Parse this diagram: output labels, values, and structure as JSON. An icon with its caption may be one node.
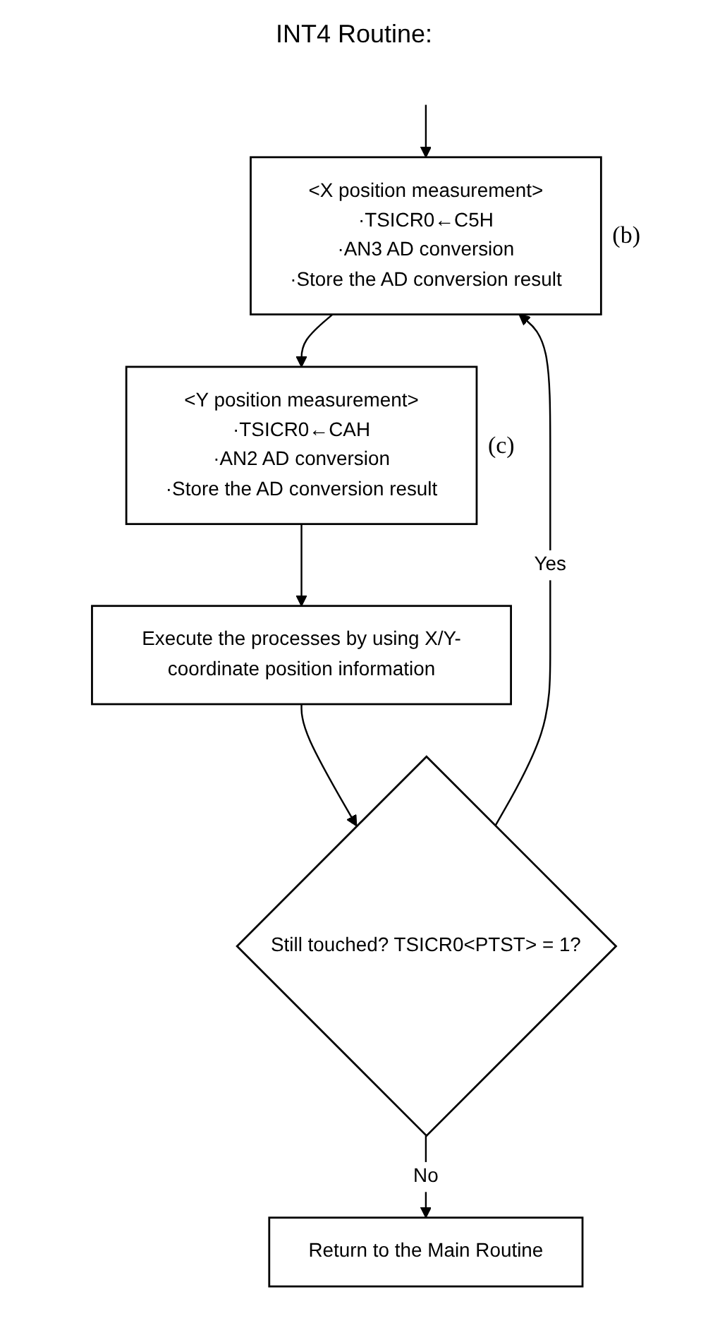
{
  "diagram": {
    "title": "INT4 Routine:",
    "nodes": [
      {
        "text": [
          "<X position measurement>",
          "·TSICR0←C5H",
          "·AN3 AD conversion",
          "·Store the AD conversion result"
        ],
        "beside": [
          "(b)"
        ]
      },
      {
        "text": [
          "<Y position measurement>",
          "·TSICR0←CAH",
          "·AN2 AD conversion",
          "·Store the AD conversion result"
        ],
        "beside": [
          "(c)"
        ]
      },
      {
        "text": [
          "Execute the processes by using X/Y-coordinate position information"
        ]
      },
      {
        "text": [
          "Still touched? TSICR0<PTST> = 1?"
        ]
      },
      {
        "text": [
          "Return to the Main Routine"
        ]
      }
    ],
    "edges": [
      {
        "from": null,
        "to": 0,
        "arrow": "to"
      },
      {
        "from": 0,
        "to": 1,
        "arrow": "to"
      },
      {
        "from": 1,
        "to": 2,
        "arrow": "to"
      },
      {
        "from": 2,
        "to": 3,
        "arrow": "to"
      },
      {
        "from": 3,
        "to": 0,
        "arrow": "to",
        "label": "Yes"
      },
      {
        "from": 3,
        "to": 4,
        "arrow": "to",
        "label": "No"
      }
    ]
  }
}
